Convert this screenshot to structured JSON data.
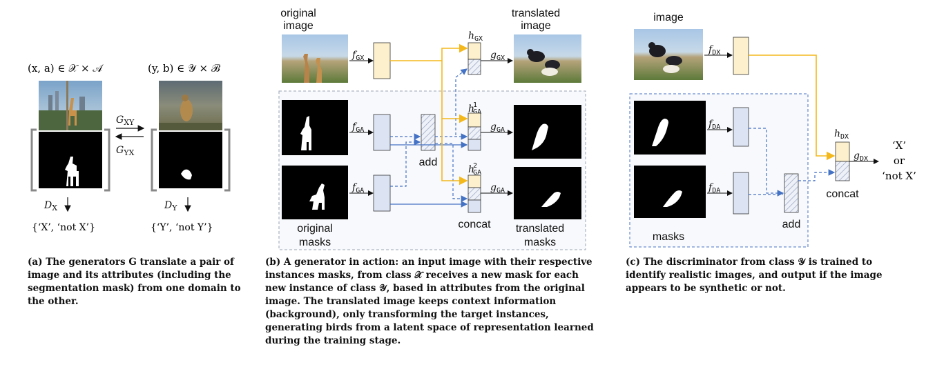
{
  "panel_a": {
    "domain_x": "(x, a) ∈ 𝒳 × 𝒜",
    "domain_y": "(y, b) ∈ 𝒴 × ℬ",
    "g_xy_main": "G",
    "g_xy_sub": "XY",
    "g_yx_main": "G",
    "g_yx_sub": "YX",
    "d_x_main": "D",
    "d_x_sub": "X",
    "d_y_main": "D",
    "d_y_sub": "Y",
    "out_x": "{‘X’, ‘not X’}",
    "out_y": "{‘Y’, ‘not Y’}",
    "caption": "(a) The generators G translate a pair of image and its attributes (including the segmentation mask) from one domain to the other."
  },
  "panel_b": {
    "original_image_1": "original",
    "original_image_2": "image",
    "translated_image_1": "translated",
    "translated_image_2": "image",
    "f_gx_main": "f",
    "f_gx_sub": "GX",
    "g_gx_main": "g",
    "g_gx_sub": "GX",
    "h_gx_main": "h",
    "h_gx_sub": "GX",
    "f_ga_main": "f",
    "f_ga_sub": "GA",
    "g_ga_main": "g",
    "g_ga_sub": "GA",
    "h_ga1_main": "h",
    "h_ga1_sub": "GA",
    "h_ga1_sup": "1",
    "h_ga2_main": "h",
    "h_ga2_sub": "GA",
    "h_ga2_sup": "2",
    "add_label": "add",
    "concat_label": "concat",
    "original_masks_1": "original",
    "original_masks_2": "masks",
    "translated_masks_1": "translated",
    "translated_masks_2": "masks",
    "caption": "(b) A generator in action: an input image with their respective instances masks, from class 𝒳 receives a new mask for each new instance of class 𝒴, based in attributes from the original image. The translated image keeps context information (background), only transforming the target instances, generating birds from a latent space of representation learned during the training stage."
  },
  "panel_c": {
    "image_label": "image",
    "f_dx_main": "f",
    "f_dx_sub": "DX",
    "f_da_main": "f",
    "f_da_sub": "DA",
    "h_dx_main": "h",
    "h_dx_sub": "DX",
    "g_dx_main": "g",
    "g_dx_sub": "DX",
    "out_1": "‘X’",
    "out_2": "or",
    "out_3": "‘not X’",
    "concat_label": "concat",
    "add_label": "add",
    "masks_label": "masks",
    "caption": "(c) The discriminator from class 𝒴 is trained to identify realistic images, and output if the image appears to be synthetic or not."
  },
  "colors": {
    "yellow_box": "#fdf0cc",
    "yellow_line": "#f3b81c",
    "blue_box": "#dce3f3",
    "blue_line": "#4472c4",
    "dash_border": "#8899aa"
  }
}
